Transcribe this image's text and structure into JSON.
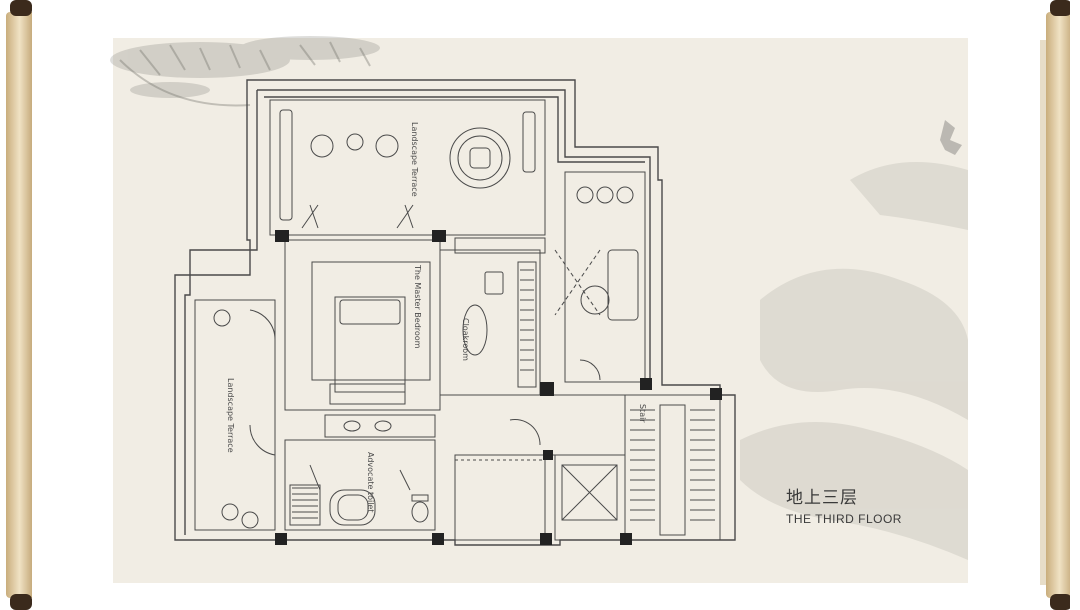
{
  "plan": {
    "title_cn": "地上三层",
    "title_en": "THE THIRD FLOOR"
  },
  "rooms": {
    "landscape_terrace_top": "Landscape Terrace",
    "landscape_terrace_left": "Landscape Terrace",
    "master_bedroom": "The Master Bedroom",
    "cloakroom": "Cloakroom",
    "advocate_toilet": "Advocate toilet",
    "stair": "Stair"
  },
  "colors": {
    "paper": "#f1ede4",
    "ink": "#4a4a4a",
    "rod": "#d9c39b"
  }
}
